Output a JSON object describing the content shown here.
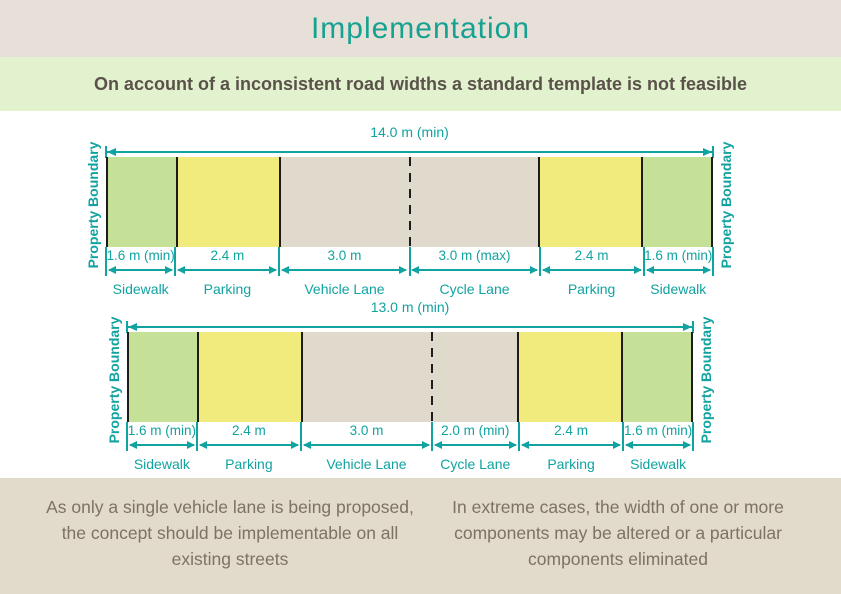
{
  "title": "Implementation",
  "subtitle": "On account of a inconsistent road widths a standard template is not feasible",
  "colors": {
    "teal": "#10a3a0",
    "title_teal": "#16a291",
    "header_bg": "#e6e0d8",
    "subtitle_bg": "#e3f2ce",
    "footer_bg": "#e2dacb",
    "green": "#c4e197",
    "yellow": "#f1ea7c",
    "tan": "#e0dacc",
    "divider_black": "#1c1c1c"
  },
  "diagrams": [
    {
      "total_label": "14.0 m (min)",
      "total_m": 14.0,
      "boundary_label_left": "Property Boundary",
      "boundary_label_right": "Property Boundary",
      "dashed_boundary": 3,
      "segments": [
        {
          "name": "Sidewalk",
          "width_label": "1.6 m (min)",
          "width_m": 1.6,
          "color": "green"
        },
        {
          "name": "Parking",
          "width_label": "2.4 m",
          "width_m": 2.4,
          "color": "yellow"
        },
        {
          "name": "Vehicle Lane",
          "width_label": "3.0 m",
          "width_m": 3.0,
          "color": "tan"
        },
        {
          "name": "Cycle Lane",
          "width_label": "3.0 m (max)",
          "width_m": 3.0,
          "color": "tan"
        },
        {
          "name": "Parking",
          "width_label": "2.4 m",
          "width_m": 2.4,
          "color": "yellow"
        },
        {
          "name": "Sidewalk",
          "width_label": "1.6 m (min)",
          "width_m": 1.6,
          "color": "green"
        }
      ]
    },
    {
      "total_label": "13.0 m (min)",
      "total_m": 13.0,
      "boundary_label_left": "Property Boundary",
      "boundary_label_right": "Property Boundary",
      "dashed_boundary": 3,
      "segments": [
        {
          "name": "Sidewalk",
          "width_label": "1.6 m (min)",
          "width_m": 1.6,
          "color": "green"
        },
        {
          "name": "Parking",
          "width_label": "2.4 m",
          "width_m": 2.4,
          "color": "yellow"
        },
        {
          "name": "Vehicle Lane",
          "width_label": "3.0 m",
          "width_m": 3.0,
          "color": "tan"
        },
        {
          "name": "Cycle Lane",
          "width_label": "2.0 m (min)",
          "width_m": 2.0,
          "color": "tan"
        },
        {
          "name": "Parking",
          "width_label": "2.4 m",
          "width_m": 2.4,
          "color": "yellow"
        },
        {
          "name": "Sidewalk",
          "width_label": "1.6 m (min)",
          "width_m": 1.6,
          "color": "green"
        }
      ]
    }
  ],
  "footer": {
    "left": "As only a single vehicle lane is being proposed, the concept should be implementable on all existing streets",
    "right": "In extreme cases, the width of one or more components may be altered or a particular components eliminated"
  }
}
